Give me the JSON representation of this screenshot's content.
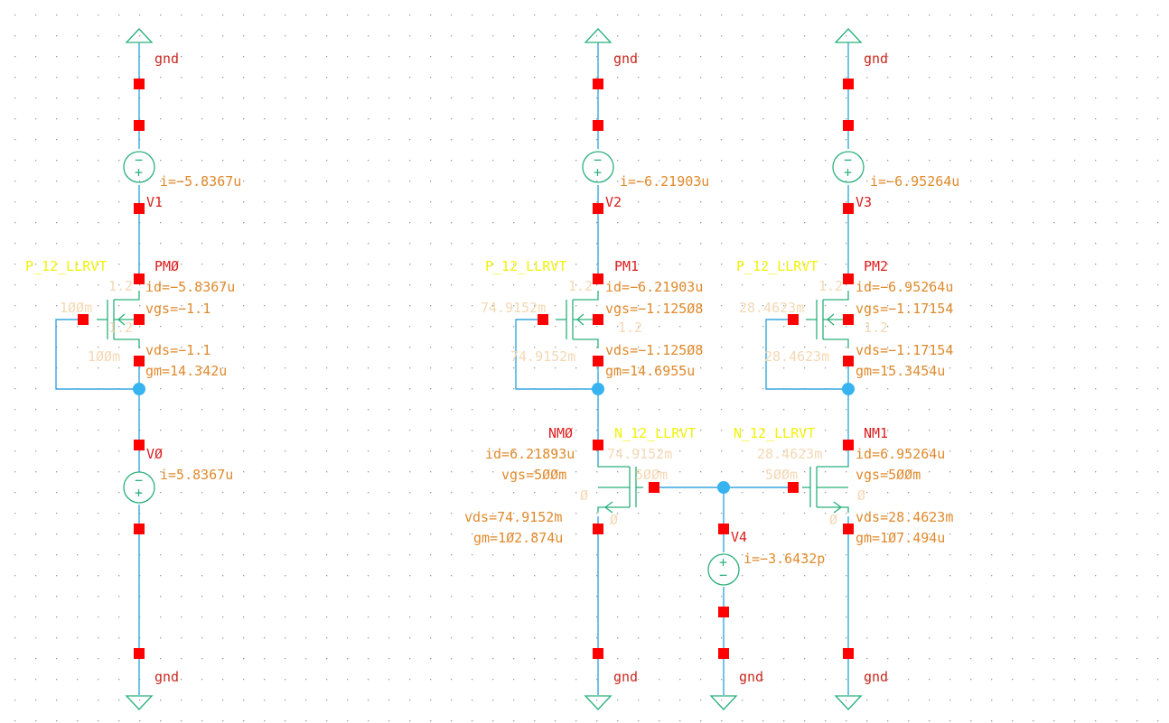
{
  "net_label": "gnd",
  "v1": {
    "name": "V1",
    "current": "i=−5.8367u"
  },
  "v2": {
    "name": "V2",
    "current": "i=−6.21903u"
  },
  "v3": {
    "name": "V3",
    "current": "i=−6.95264u"
  },
  "v0": {
    "name": "VØ",
    "current": "i=5.8367u"
  },
  "v4": {
    "name": "V4",
    "current": "i=−3.6432p"
  },
  "pm0": {
    "cell": "P_12_LLRVT",
    "name": "PMØ",
    "id": "id=−5.8367u",
    "vgs": "vgs=−1.1",
    "vds": "vds=−1.1",
    "gm": "gm=14.342u",
    "ghost_l": "1.2",
    "ghost_w": "1ØØm",
    "ghost_r": "1.2",
    "ghost_b": "1ØØm"
  },
  "pm1": {
    "cell": "P_12_LLRVT",
    "name": "PM1",
    "id": "id=−6.21903u",
    "vgs": "vgs=−1.125Ø8",
    "vds": "vds=−1.125Ø8",
    "gm": "gm=14.6955u",
    "ghost_l": "1.2",
    "ghost_w": "74.9152m",
    "ghost_r": "1.2",
    "ghost_b": "74.9152m"
  },
  "pm2": {
    "cell": "P_12_LLRVT",
    "name": "PM2",
    "id": "id=−6.95264u",
    "vgs": "vgs=−1.17154",
    "vds": "vds=−1.17154",
    "gm": "gm=15.3454u",
    "ghost_l": "1.2",
    "ghost_w": "28.4623m",
    "ghost_r": "1.2",
    "ghost_b": "28.4623m"
  },
  "nm0": {
    "cell": "N_12_LLRVT",
    "name": "NMØ",
    "id": "id=6.21893u",
    "vgs": "vgs=5ØØm",
    "vds": "vds=74.9152m",
    "gm": "gm=1Ø2.874u",
    "ghost_t": "74.9152m",
    "ghost_g": "5ØØm",
    "ghost_s": "Ø",
    "ghost_b": "Ø"
  },
  "nm1": {
    "cell": "N_12_LLRVT",
    "name": "NM1",
    "id": "id=6.95264u",
    "vgs": "vgs=5ØØm",
    "vds": "vds=28.4623m",
    "gm": "gm=1Ø7.494u",
    "ghost_t": "28.4623m",
    "ghost_g": "5ØØm",
    "ghost_s": "Ø",
    "ghost_b": "Ø"
  },
  "colors": {
    "background": "#ffffff",
    "wire": "#37a7de",
    "symbol": "#29b07a",
    "pin": "#ff0000",
    "instance_label": "#dc1e1e",
    "parameter": "#e08a2c",
    "cell_name": "#f2f20a",
    "junction": "#37b4f0"
  }
}
